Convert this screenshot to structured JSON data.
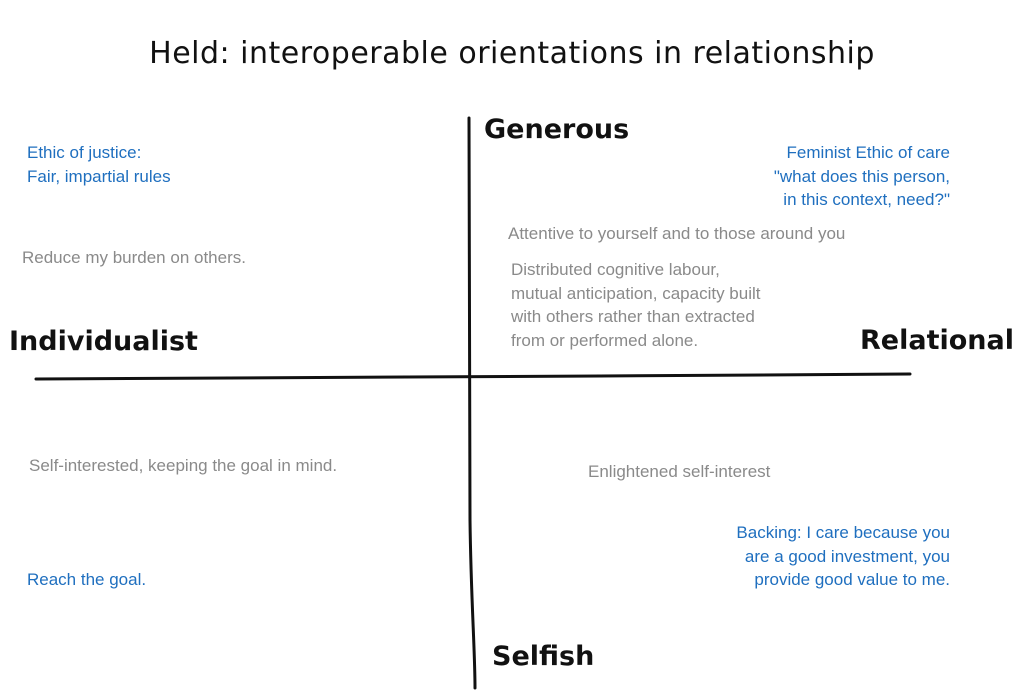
{
  "title": "Held: interoperable orientations in relationship",
  "axes": {
    "top": "Generous",
    "bottom": "Selfish",
    "left": "Individualist",
    "right": "Relational"
  },
  "colors": {
    "ethic_text": "#1f6fbf",
    "description_text": "#8a8a8a",
    "axis_line": "#111111"
  },
  "quadrants": {
    "top_left": {
      "ethic": [
        "Ethic of justice:",
        "Fair, impartial rules"
      ],
      "description": [
        "Reduce my burden on others."
      ]
    },
    "top_right": {
      "ethic": [
        "Feminist Ethic of care",
        "\"what does this person,",
        "in this context, need?\""
      ],
      "description_1": [
        "Attentive to yourself and to those around you"
      ],
      "description_2": [
        "Distributed cognitive labour,",
        "mutual anticipation, capacity built",
        "with others rather than extracted",
        "from or performed alone."
      ]
    },
    "bottom_left": {
      "description": [
        "Self-interested, keeping the goal in mind."
      ],
      "ethic": [
        "Reach the goal."
      ]
    },
    "bottom_right": {
      "description": [
        "Enlightened self-interest"
      ],
      "ethic": [
        "Backing: I care because you",
        "are a good investment, you",
        "provide good value to me."
      ]
    }
  }
}
